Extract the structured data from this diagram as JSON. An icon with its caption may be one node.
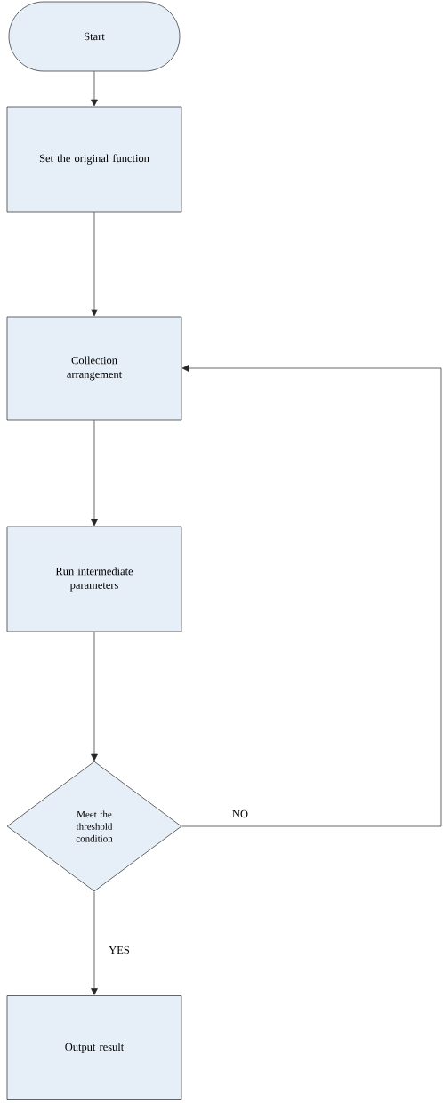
{
  "diagram": {
    "nodes": [
      {
        "text": [
          "Start"
        ]
      },
      {
        "text": [
          "Set the original function"
        ]
      },
      {
        "text": [
          "Collection arrangement"
        ]
      },
      {
        "text": [
          "Run intermediate parameters"
        ]
      },
      {
        "text": [
          "Meet the threshold condition"
        ]
      },
      {
        "text": [
          "Output result"
        ]
      }
    ],
    "edges": [
      {
        "from": 0,
        "to": 1,
        "arrow": "to"
      },
      {
        "from": 1,
        "to": 2,
        "arrow": "to"
      },
      {
        "from": 2,
        "to": 3,
        "arrow": "to"
      },
      {
        "from": 3,
        "to": 4,
        "arrow": "to"
      },
      {
        "from": 4,
        "to": 5,
        "arrow": "to",
        "label": "YES"
      },
      {
        "from": 4,
        "to": 2,
        "arrow": "to",
        "label": "NO"
      }
    ]
  }
}
